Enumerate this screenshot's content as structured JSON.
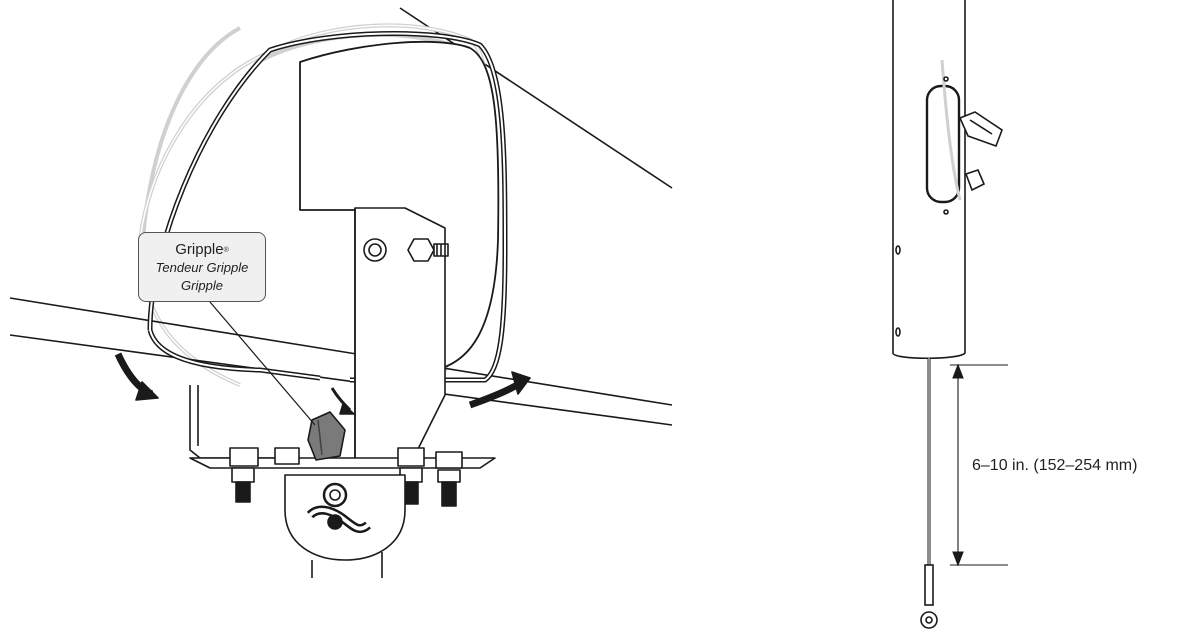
{
  "callout": {
    "name": "Gripple",
    "trademark": "®",
    "line2": "Tendeur Gripple",
    "line3": "Gripple"
  },
  "dimension": {
    "label": "6–10 in. (152–254 mm)"
  },
  "colors": {
    "line": "#1a1a1a",
    "cable_light": "#d9d9d9",
    "gripple_fill": "#7a7a7a",
    "callout_fill": "#f0f0f0"
  }
}
